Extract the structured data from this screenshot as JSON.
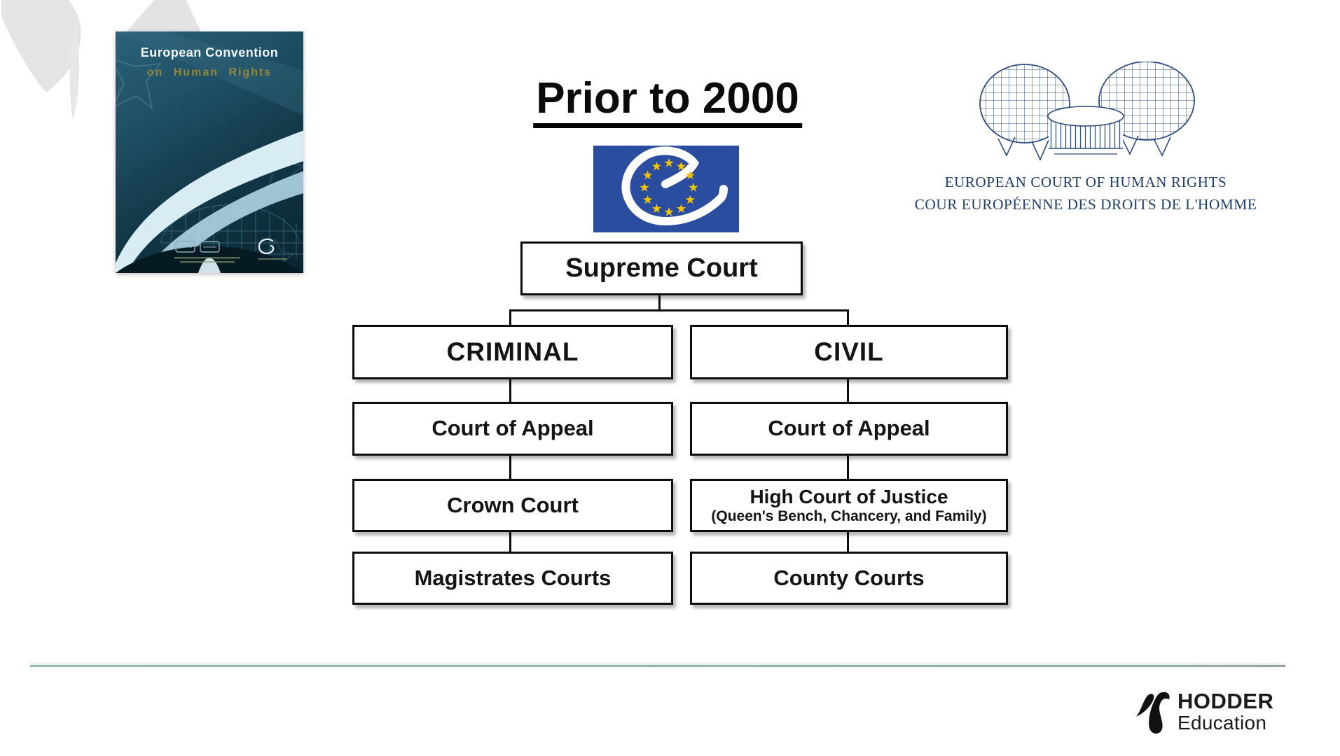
{
  "slide": {
    "title": "Prior to 2000"
  },
  "book_cover": {
    "line1": "European Convention",
    "line2": "on Human Rights"
  },
  "echr_logo": {
    "line1": "EUROPEAN COURT OF HUMAN RIGHTS",
    "line2": "COUR EUROPÉENNE DES DROITS DE L'HOMME"
  },
  "diagram": {
    "supreme_court": "Supreme Court",
    "criminal": {
      "head": "CRIMINAL",
      "court_of_appeal": "Court of Appeal",
      "crown_court": "Crown Court",
      "magistrates_courts": "Magistrates Courts"
    },
    "civil": {
      "head": "CIVIL",
      "court_of_appeal": "Court of Appeal",
      "high_court_line1": "High Court of Justice",
      "high_court_line2": "(Queen's Bench, Chancery, and Family)",
      "county_courts": "County Courts"
    }
  },
  "footer": {
    "brand_line1": "HODDER",
    "brand_line2": "Education"
  },
  "colors": {
    "divider_teal": "#8fb3a8",
    "flag_blue": "#2b4da0",
    "star_gold": "#f5c400",
    "echr_navy": "#20406e",
    "box_border": "#0d0d0d"
  }
}
